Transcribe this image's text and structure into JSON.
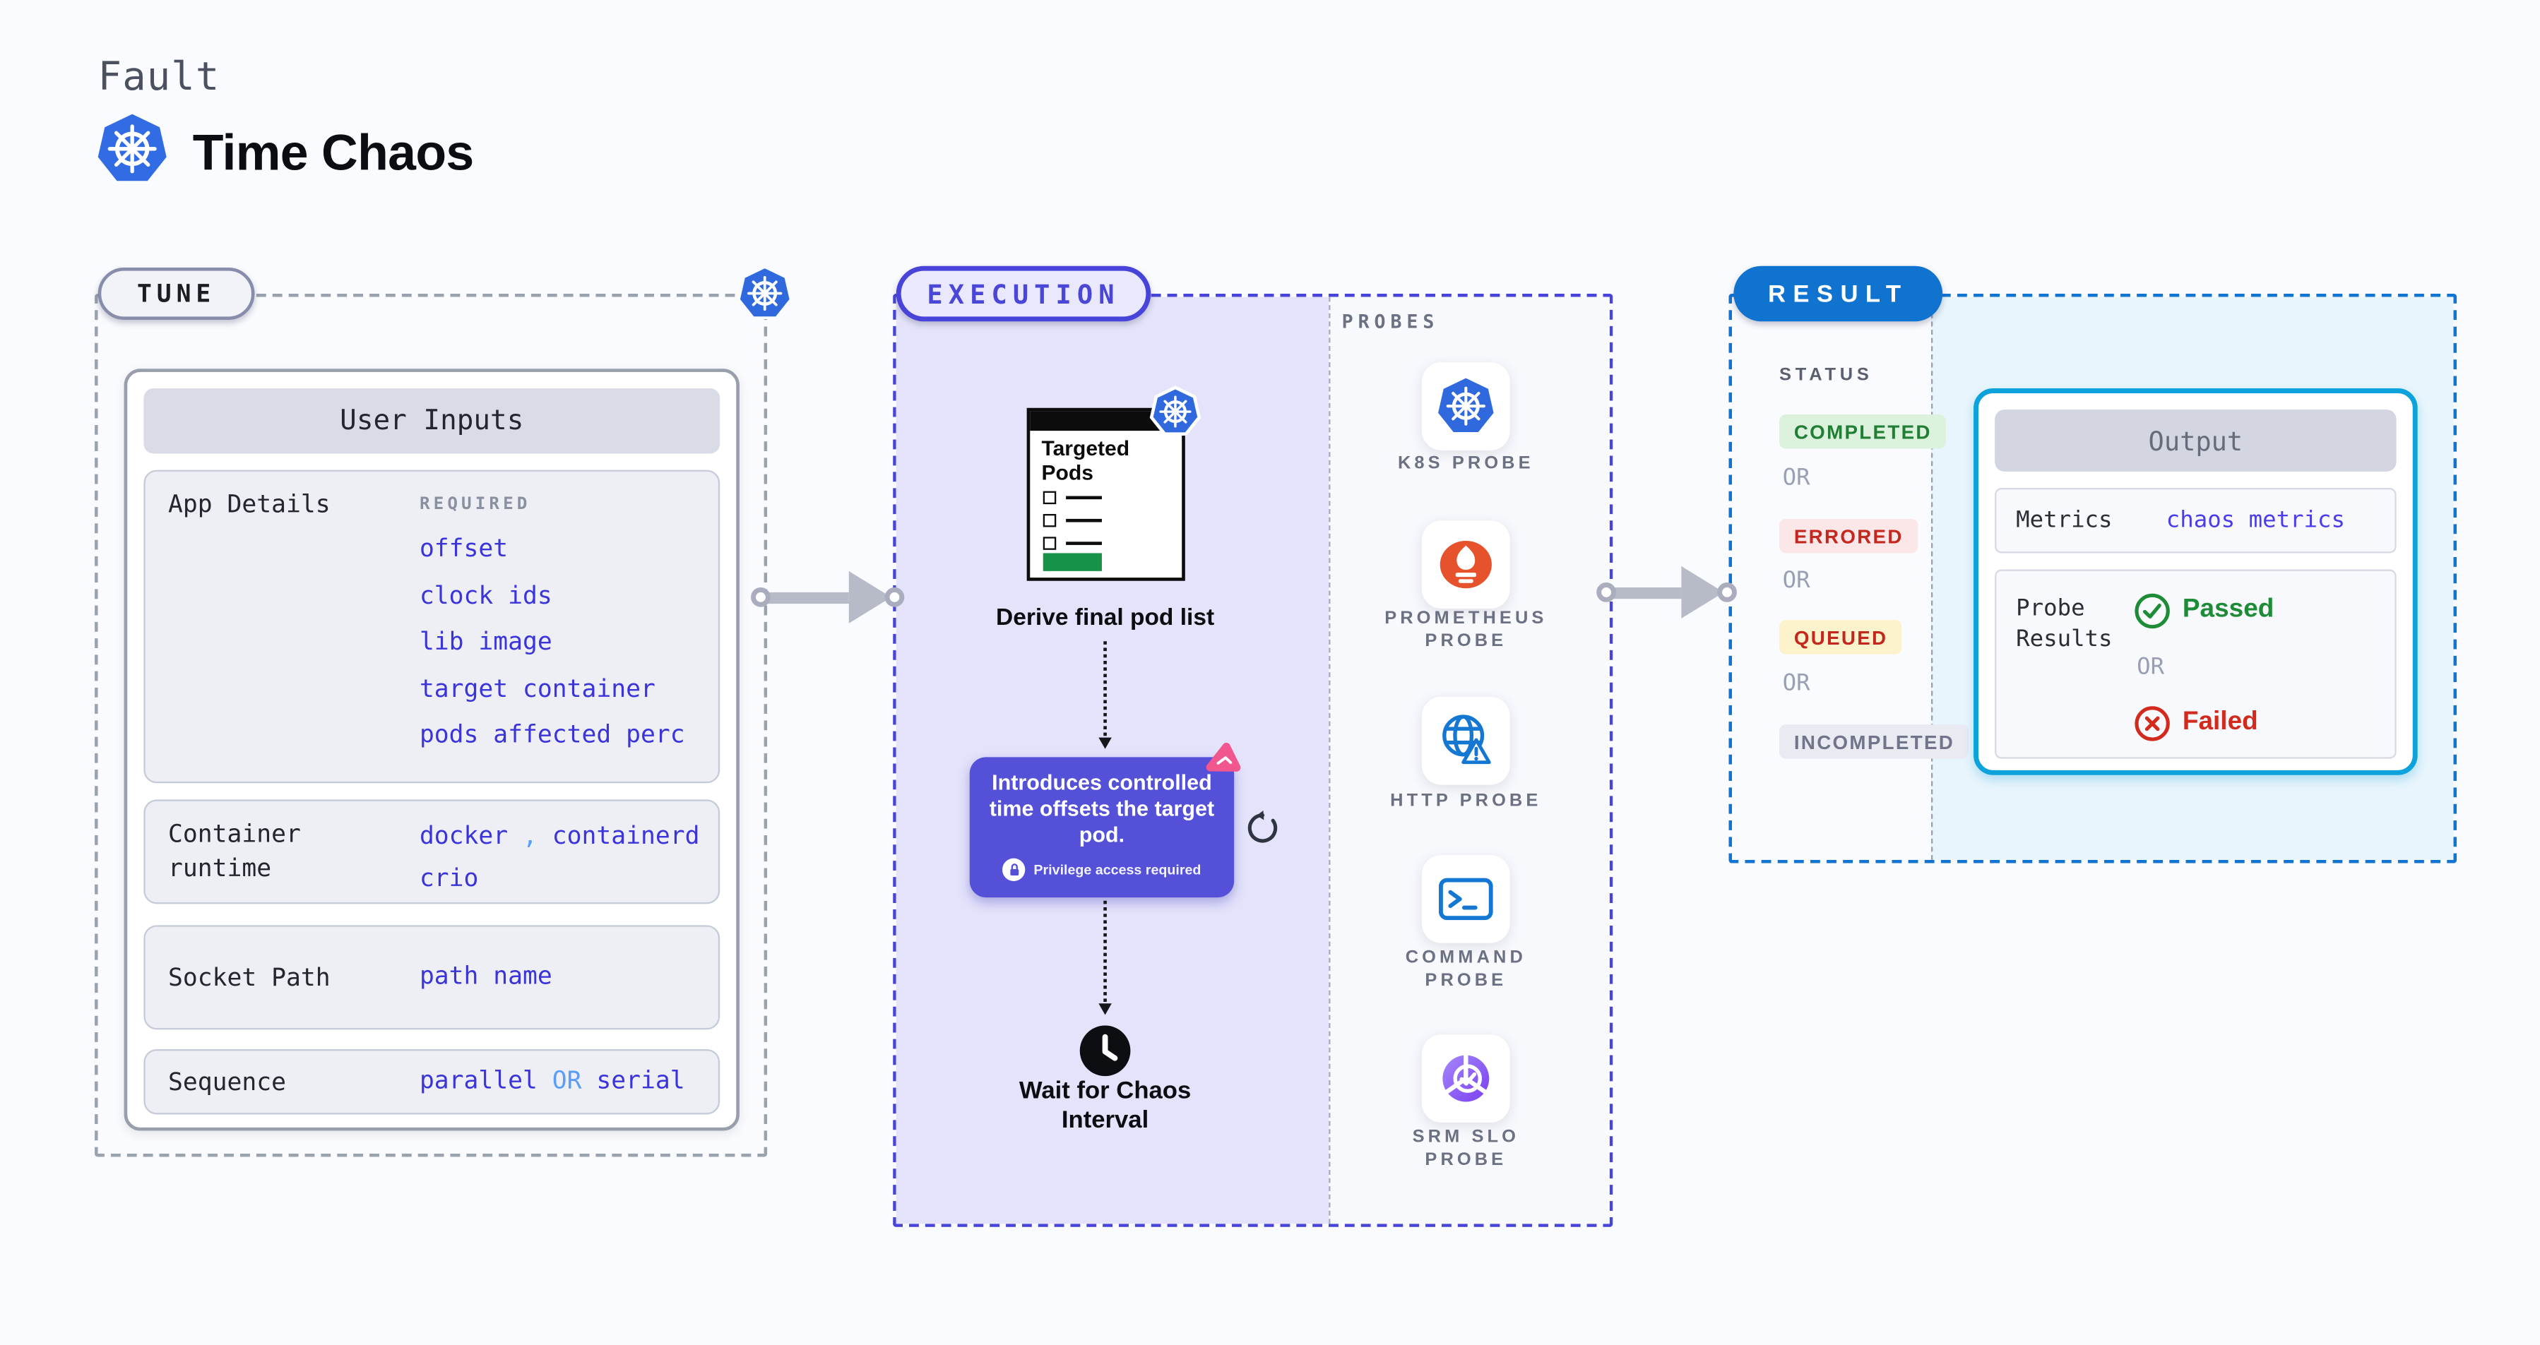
{
  "page": {
    "fault_label": "Fault",
    "title": "Time Chaos"
  },
  "tune": {
    "label": "TUNE",
    "user_inputs": {
      "title": "User Inputs",
      "app_details": {
        "label": "App Details",
        "required_label": "REQUIRED",
        "fields": [
          "offset",
          "clock ids",
          "lib image",
          "target container",
          "pods affected perc"
        ]
      },
      "container_runtime": {
        "label": "Container runtime",
        "value1": "docker",
        "comma": ",",
        "value2": "containerd",
        "value3": "crio"
      },
      "socket_path": {
        "label": "Socket Path",
        "value": "path name"
      },
      "sequence": {
        "label": "Sequence",
        "value_a": "parallel",
        "or": "OR",
        "value_b": "serial"
      }
    }
  },
  "execution": {
    "label": "EXECUTION",
    "targeted_pods_title": "Targeted Pods",
    "derive_text": "Derive final pod list",
    "effect_text": "Introduces controlled time offsets the target pod.",
    "privilege_text": "Privilege access required",
    "wait_text": "Wait for Chaos Interval"
  },
  "probes": {
    "label": "PROBES",
    "items": [
      {
        "line1": "K8S PROBE",
        "line2": ""
      },
      {
        "line1": "PROMETHEUS",
        "line2": "PROBE"
      },
      {
        "line1": "HTTP PROBE",
        "line2": ""
      },
      {
        "line1": "COMMAND",
        "line2": "PROBE"
      },
      {
        "line1": "SRM SLO",
        "line2": "PROBE"
      }
    ]
  },
  "result": {
    "label": "RESULT",
    "status_label": "STATUS",
    "or_label": "OR",
    "statuses": [
      {
        "label": "COMPLETED",
        "text_color": "#207e35",
        "bg": "#dcf2dd"
      },
      {
        "label": "ERRORED",
        "text_color": "#c3271e",
        "bg": "#fbe7e7"
      },
      {
        "label": "QUEUED",
        "text_color": "#c3271e",
        "bg": "#fcf2cb"
      },
      {
        "label": "INCOMPLETED",
        "text_color": "#70758a",
        "bg": "#e9eaf2"
      }
    ],
    "output": {
      "title": "Output",
      "metrics_label": "Metrics",
      "metrics_value": "chaos metrics",
      "probe_results_label": "Probe Results",
      "passed": "Passed",
      "or": "OR",
      "failed": "Failed"
    }
  },
  "colors": {
    "kubernetes_blue": "#326ce5",
    "accent_indigo": "#4844d9",
    "value_blue": "#3b34da",
    "light_blue": "#5a9df5",
    "result_blue": "#1173d0",
    "output_border_cyan": "#0ca3dd",
    "cyan_bg": "#e8f5fc",
    "lavender_bg": "#e4e3fb",
    "purple_box": "#5450d8",
    "prometheus_orange": "#e6522c",
    "pink_icon": "#f2568f",
    "passed_green": "#1e8b36",
    "failed_red": "#d22b1e",
    "targeted_pods_green": "#169346"
  }
}
